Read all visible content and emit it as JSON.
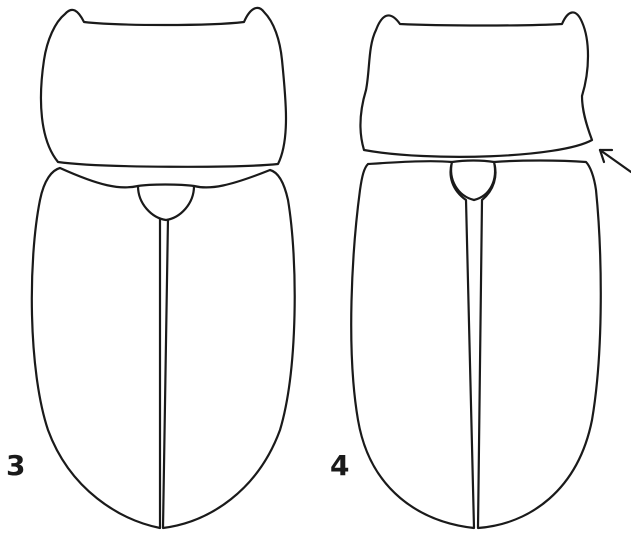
{
  "figure": {
    "panels": [
      {
        "id": "3",
        "label": "3"
      },
      {
        "id": "4",
        "label": "4"
      }
    ]
  }
}
